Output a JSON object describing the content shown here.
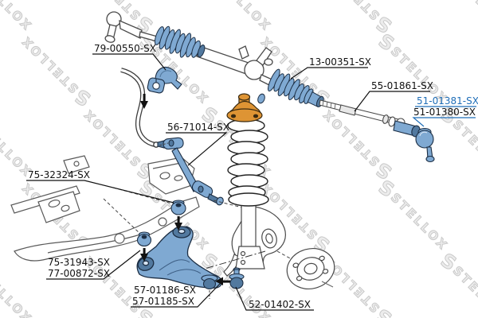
{
  "watermark": {
    "text": "STELLOX",
    "logo_glyph": "S"
  },
  "colors": {
    "highlight_part_fill": "#7FA9D2",
    "highlight_part_shade": "#52799F",
    "highlight_label": "#1F6EB8",
    "label": "#111111",
    "line_art": "#4A4A4A",
    "strut_mount_orange": "#DE9434",
    "watermark_gray": "#C9C9C9"
  },
  "labels": {
    "stab_clamp": {
      "text": "79-00550-SX",
      "highlighted": false
    },
    "boot": {
      "text": "13-00351-SX",
      "highlighted": false
    },
    "inner_tie_rod": {
      "text": "55-01861-SX",
      "highlighted": false
    },
    "tie_rod_end_1": {
      "text": "51-01381-SX",
      "highlighted": true
    },
    "tie_rod_end_2": {
      "text": "51-01380-SX",
      "highlighted": false
    },
    "stab_link": {
      "text": "56-71014-SX",
      "highlighted": false
    },
    "arm_bushing_rear": {
      "text": "75-32324-SX",
      "highlighted": false
    },
    "arm_bushing_front_1": {
      "text": "75-31943-SX",
      "highlighted": false
    },
    "arm_bushing_front_2": {
      "text": "77-00872-SX",
      "highlighted": false
    },
    "control_arm_1": {
      "text": "57-01186-SX",
      "highlighted": false
    },
    "control_arm_2": {
      "text": "57-01185-SX",
      "highlighted": false
    },
    "ball_joint": {
      "text": "52-01402-SX",
      "highlighted": false
    }
  }
}
